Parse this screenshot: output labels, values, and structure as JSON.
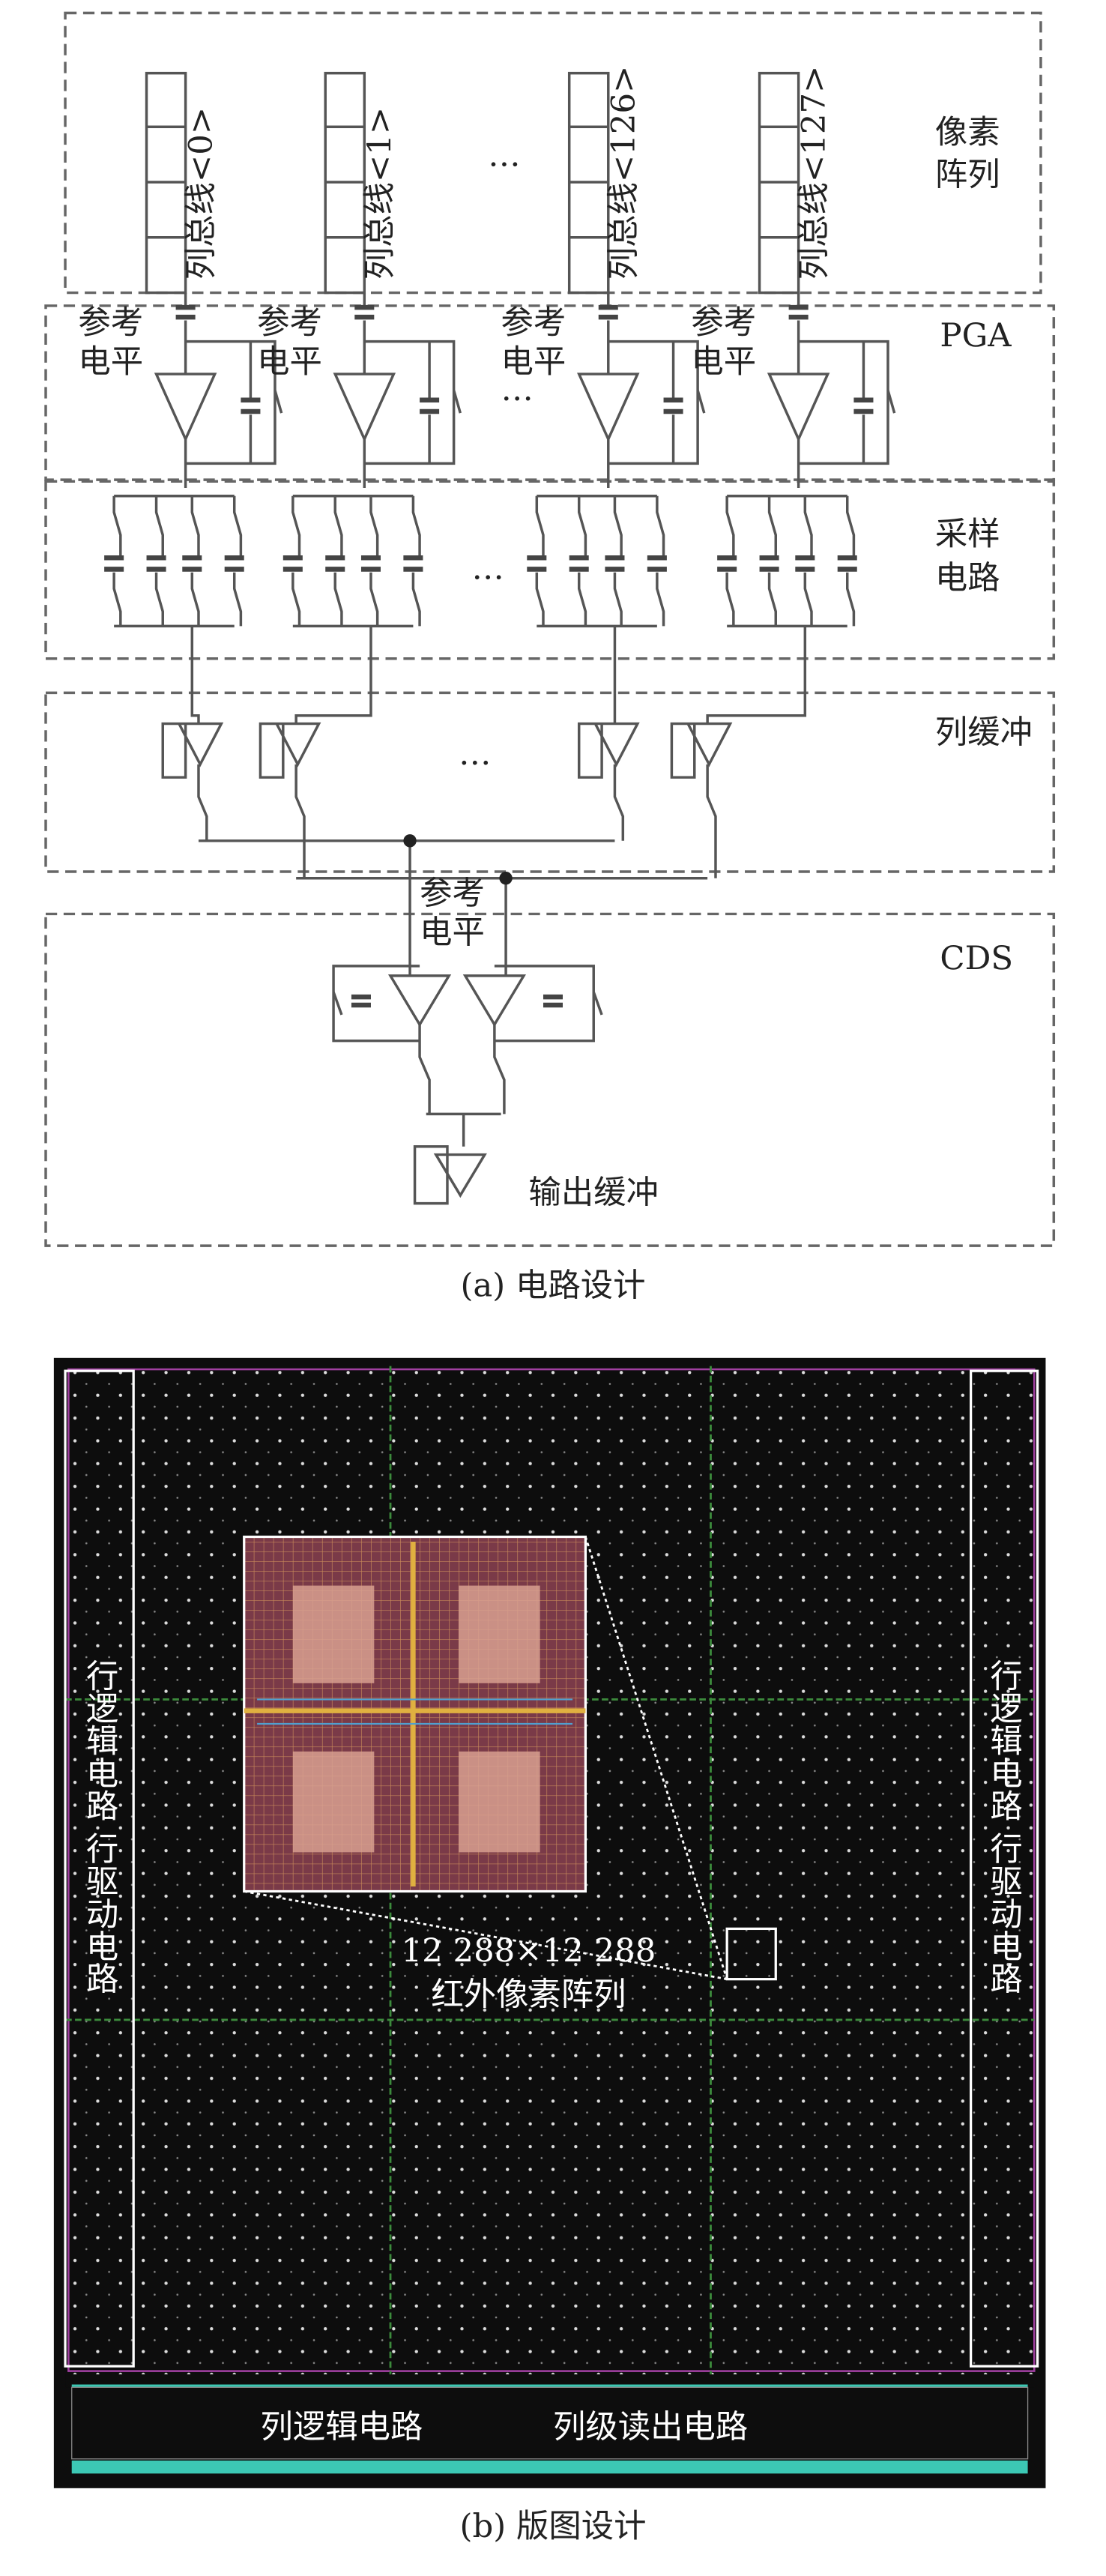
{
  "circuit": {
    "column_labels": [
      "列总线<0>",
      "列总线<1>",
      "列总线<126>",
      "列总线<127>"
    ],
    "ellipsis": "…",
    "reference_level_line1": "参考",
    "reference_level_line2": "电平",
    "blocks": {
      "pixel_array_line1": "像素",
      "pixel_array_line2": "阵列",
      "pga": "PGA",
      "sampling_line1": "采样",
      "sampling_line2": "电路",
      "column_buffer": "列缓冲",
      "cds": "CDS",
      "output_buffer": "输出缓冲"
    },
    "caption": "(a) 电路设计"
  },
  "layout": {
    "row_left_label": "行逻辑电路 行驱动电路",
    "row_right_label": "行逻辑电路 行驱动电路",
    "array_size": "12 288×12 288",
    "array_name": "红外像素阵列",
    "column_logic": "列逻辑电路",
    "column_readout": "列级读出电路",
    "caption": "(b) 版图设计",
    "colors": {
      "background": "#0d0d0d",
      "grid_line": "#3c8a3c",
      "teal": "#3cc8b4",
      "magenta": "#a040a0"
    }
  }
}
